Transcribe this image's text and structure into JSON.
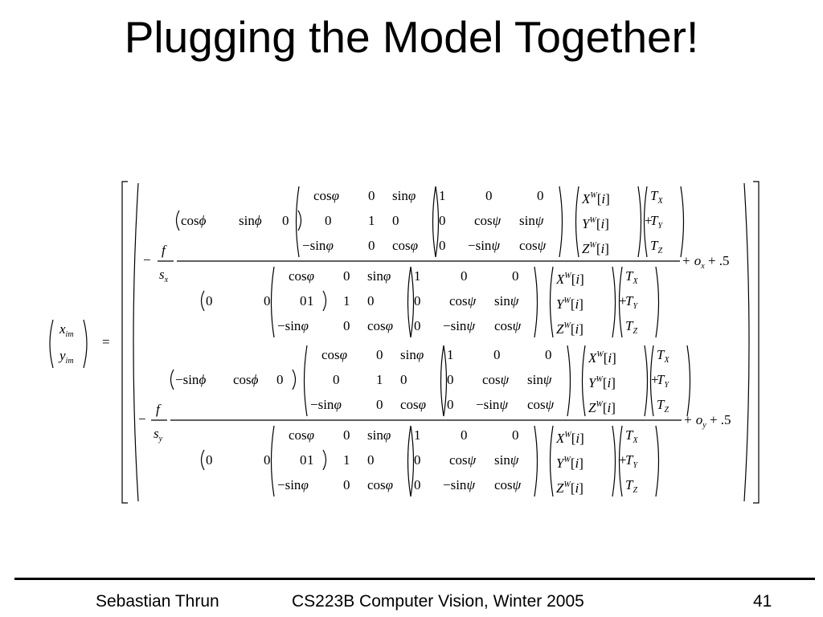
{
  "slide": {
    "title": "Plugging the Model Together!",
    "footer_left": "Sebastian Thrun",
    "footer_center": "CS223B Computer Vision, Winter 2005",
    "page_number": "41"
  },
  "equation": {
    "lhs_x": "x",
    "lhs_y": "y",
    "lhs_sub": "im",
    "equals": "=",
    "row_x_focal_sub": "x",
    "row_y_focal_sub": "y",
    "row_x_offset": "+ o",
    "row_x_offset_sub": "x",
    "row_y_offset": "+ o",
    "row_y_offset_sub": "y",
    "half": "+ .5",
    "minus": "−",
    "f": "f",
    "s": "s",
    "num_x_row": [
      "cosϕ",
      "sinϕ",
      "0"
    ],
    "num_y_row": [
      "−sinϕ",
      "cosϕ",
      "0"
    ],
    "den_row": [
      "0",
      "0",
      "1"
    ],
    "rot_phi": [
      [
        "cosφ",
        "0",
        "sinφ"
      ],
      [
        "0",
        "1",
        "0"
      ],
      [
        "−sinφ",
        "0",
        "cosφ"
      ]
    ],
    "rot_psi": [
      [
        "1",
        "0",
        "0"
      ],
      [
        "0",
        "cosψ",
        "sinψ"
      ],
      [
        "0",
        "−sinψ",
        "cosψ"
      ]
    ],
    "world_point": [
      {
        "v": "X",
        "sup": "W",
        "idx": "[i]"
      },
      {
        "v": "Y",
        "sup": "W",
        "idx": "[i]"
      },
      {
        "v": "Z",
        "sup": "W",
        "idx": "[i]"
      }
    ],
    "translation": [
      {
        "v": "T",
        "sub": "X"
      },
      {
        "v": "T",
        "sub": "Y"
      },
      {
        "v": "T",
        "sub": "Z"
      }
    ],
    "plus": "+"
  }
}
